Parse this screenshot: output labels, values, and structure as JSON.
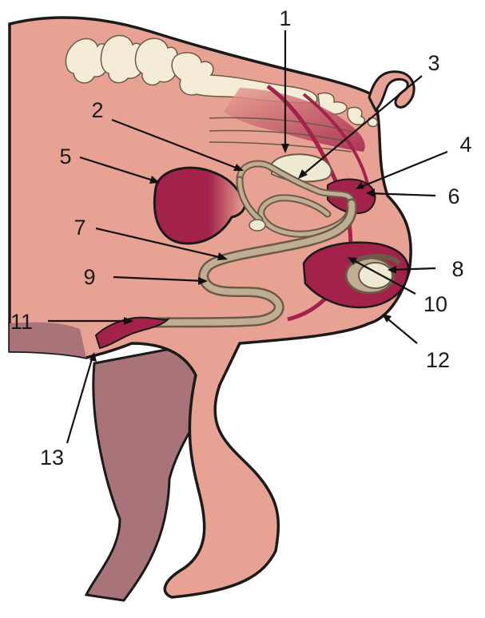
{
  "labels": [
    "1",
    "2",
    "3",
    "4",
    "5",
    "6",
    "7",
    "8",
    "9",
    "10",
    "11",
    "12",
    "13"
  ],
  "colors": {
    "skin": "#e8a293",
    "skin_dark": "#a87479",
    "outline": "#1a1a1a",
    "bone": "#f4ecd6",
    "organ_red": "#a3224a",
    "duct": "#bfae93",
    "duct_edge": "#6b5a48",
    "white_organ": "#eee9d3"
  },
  "icons": [
    "bladder-icon",
    "testis-icon",
    "vertebra-icon",
    "tail-icon",
    "penis-icon"
  ]
}
